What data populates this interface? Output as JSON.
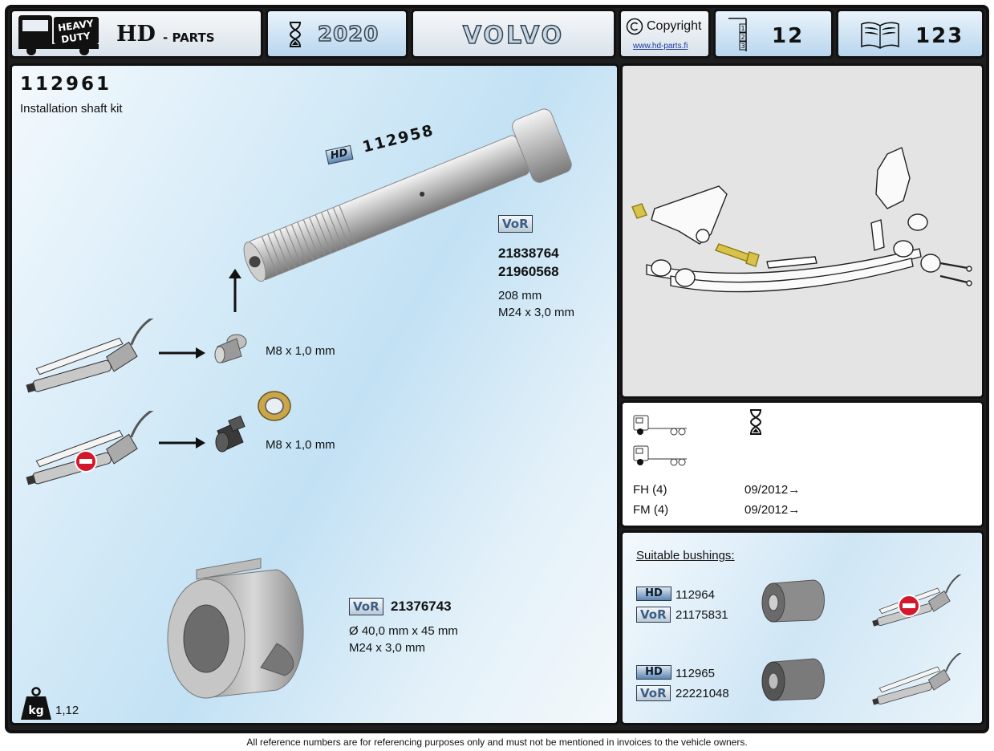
{
  "header": {
    "brand_hd": "HD",
    "brand_parts": "- PARTS",
    "logo_lines": [
      "HEAVY",
      "DUTY"
    ],
    "year": "2020",
    "make": "VOLVO",
    "copyright_label": "Copyright",
    "copyright_url": "www.hd-parts.fi",
    "group_number": "12",
    "page_number": "123",
    "icons": [
      "truck-logo-icon",
      "hourglass-icon",
      "copyright-icon",
      "index-icon",
      "book-icon"
    ]
  },
  "part": {
    "number": "112961",
    "description": "Installation shaft kit",
    "weight": "1,12",
    "weight_icon_label": "kg"
  },
  "shaft": {
    "hd_label": "HD",
    "hd_number": "112958",
    "vor_label": "VoR",
    "oem_numbers": [
      "21838764",
      "21960568"
    ],
    "length": "208 mm",
    "thread": "M24 x 3,0 mm"
  },
  "fittings": {
    "nipple_thread": "M8 x 1,0 mm",
    "plug_thread": "M8 x 1,0 mm"
  },
  "nut": {
    "vor_label": "VoR",
    "oem_number": "21376743",
    "dimensions": "Ø 40,0 mm x 45 mm",
    "thread": "M24 x 3,0 mm"
  },
  "applications": {
    "rows": [
      {
        "model": "FH  (4)",
        "from": "09/2012→"
      },
      {
        "model": "FM (4)",
        "from": "09/2012→"
      }
    ]
  },
  "bushings": {
    "title": "Suitable bushings:",
    "items": [
      {
        "hd_label": "HD",
        "hd_number": "112964",
        "vor_label": "VoR",
        "oem_number": "21175831",
        "greasable": false
      },
      {
        "hd_label": "HD",
        "hd_number": "112965",
        "vor_label": "VoR",
        "oem_number": "22221048",
        "greasable": true
      }
    ]
  },
  "footer": {
    "note": "All reference numbers are for referencing purposes only and must not be mentioned in invoices to the vehicle owners."
  },
  "colors": {
    "frame": "#1e1e1e",
    "header_blue": "#b9d6ee",
    "drawing_bg": "#e4e4e4",
    "no_grease_red": "#d3182b",
    "brass": "#d9c24a"
  }
}
